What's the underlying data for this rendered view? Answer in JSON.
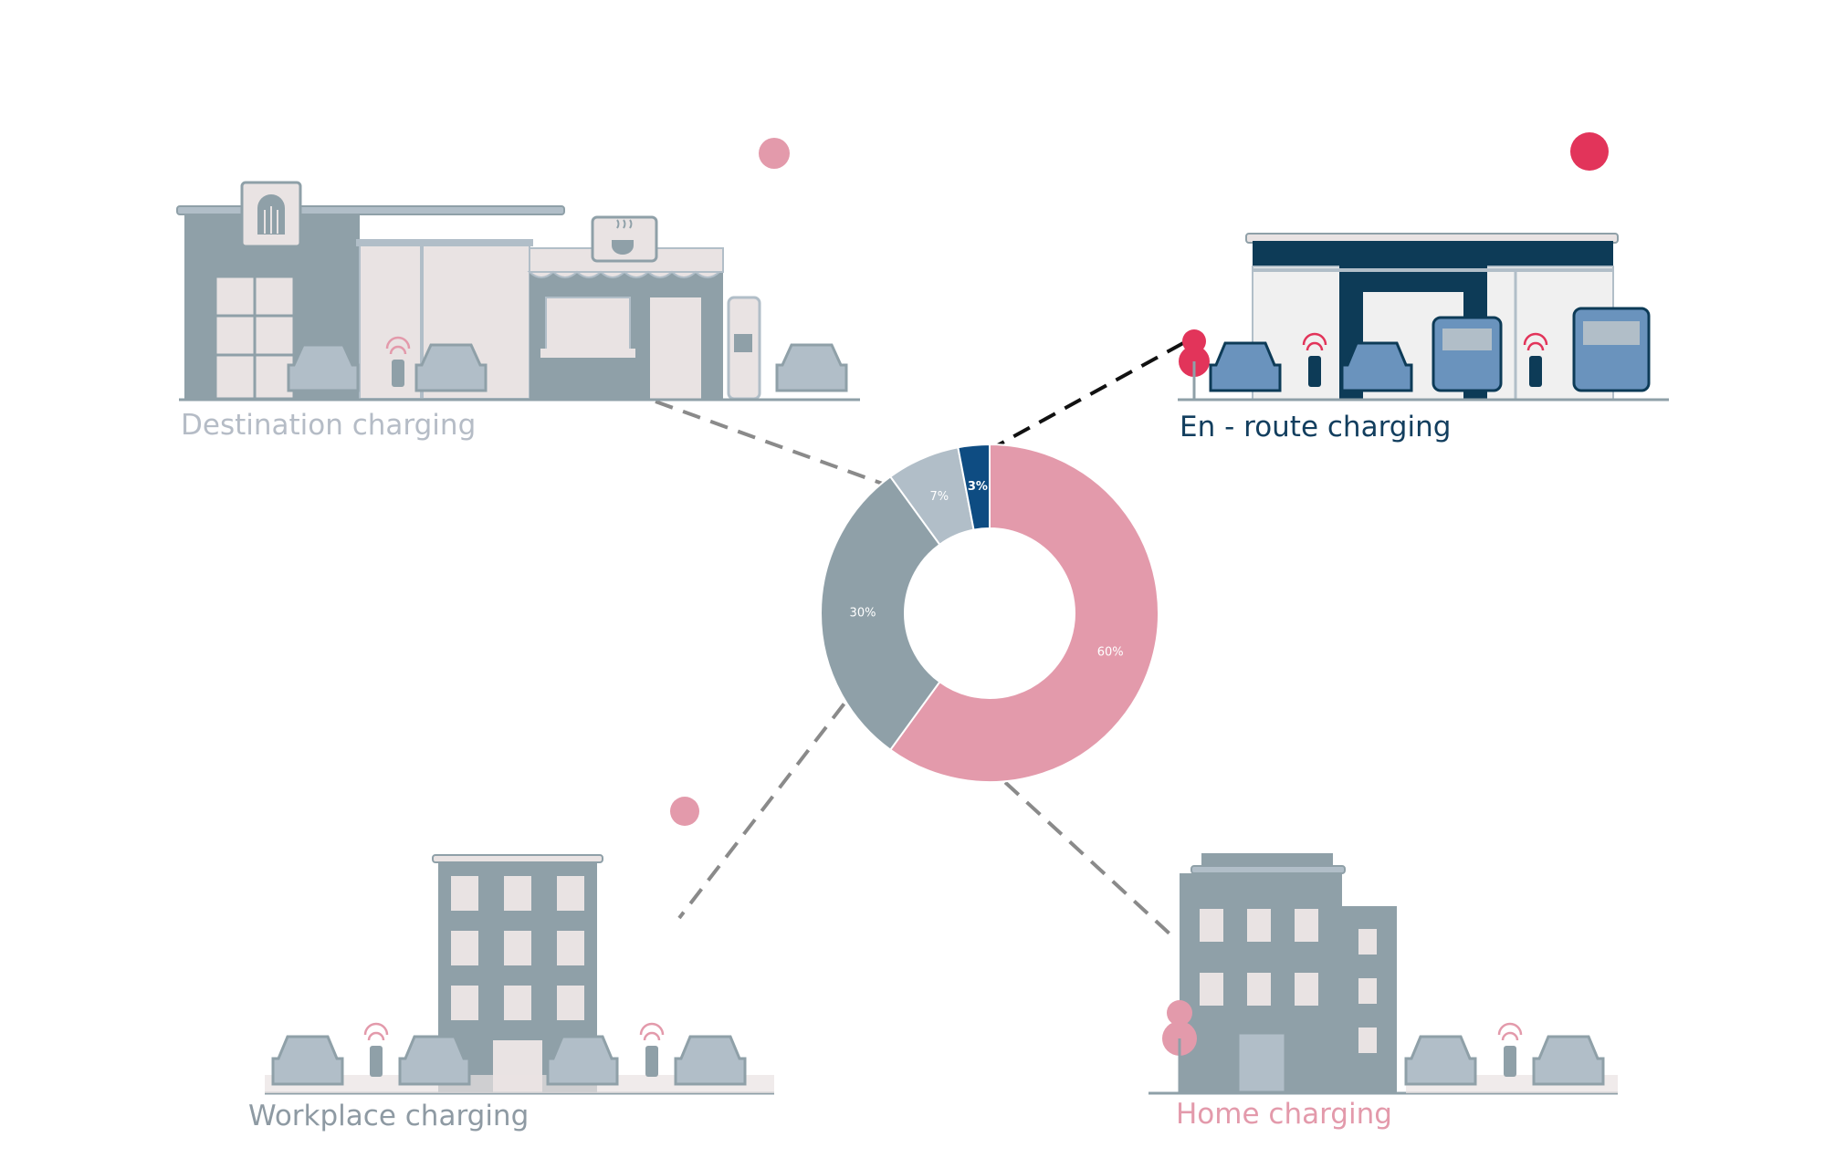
{
  "colors": {
    "pink": "#e39aab",
    "pink_dot": "#e39aab",
    "red_dot": "#e2345a",
    "grey": "#8fa0a8",
    "light_grey": "#b1bec8",
    "navy": "#0e4c82",
    "dark_teal": "#0d3b57",
    "wall_light": "#e9e3e3",
    "car_blue": "#a9b8c8",
    "car_dark_blue": "#6a93bd",
    "label_dest": "#b5bcc6",
    "label_enroute": "#123e5e",
    "label_work": "#8e9aa3",
    "label_home": "#e39aab"
  },
  "labels": {
    "destination": "Destination charging",
    "enroute": "En - route charging",
    "workplace": "Workplace charging",
    "home": "Home charging"
  },
  "chart_data": {
    "type": "pie",
    "variant": "donut",
    "title": "",
    "series": [
      {
        "name": "Home charging",
        "value": 60,
        "label": "60%",
        "color": "#e39aab"
      },
      {
        "name": "Workplace charging",
        "value": 30,
        "label": "30%",
        "color": "#8fa0a8"
      },
      {
        "name": "Destination charging",
        "value": 7,
        "label": "7%",
        "color": "#b1bec8"
      },
      {
        "name": "En - route charging",
        "value": 3,
        "label": "3%",
        "color": "#0e4c82"
      }
    ],
    "legend": "none (labels placed around chart with leader lines)"
  }
}
